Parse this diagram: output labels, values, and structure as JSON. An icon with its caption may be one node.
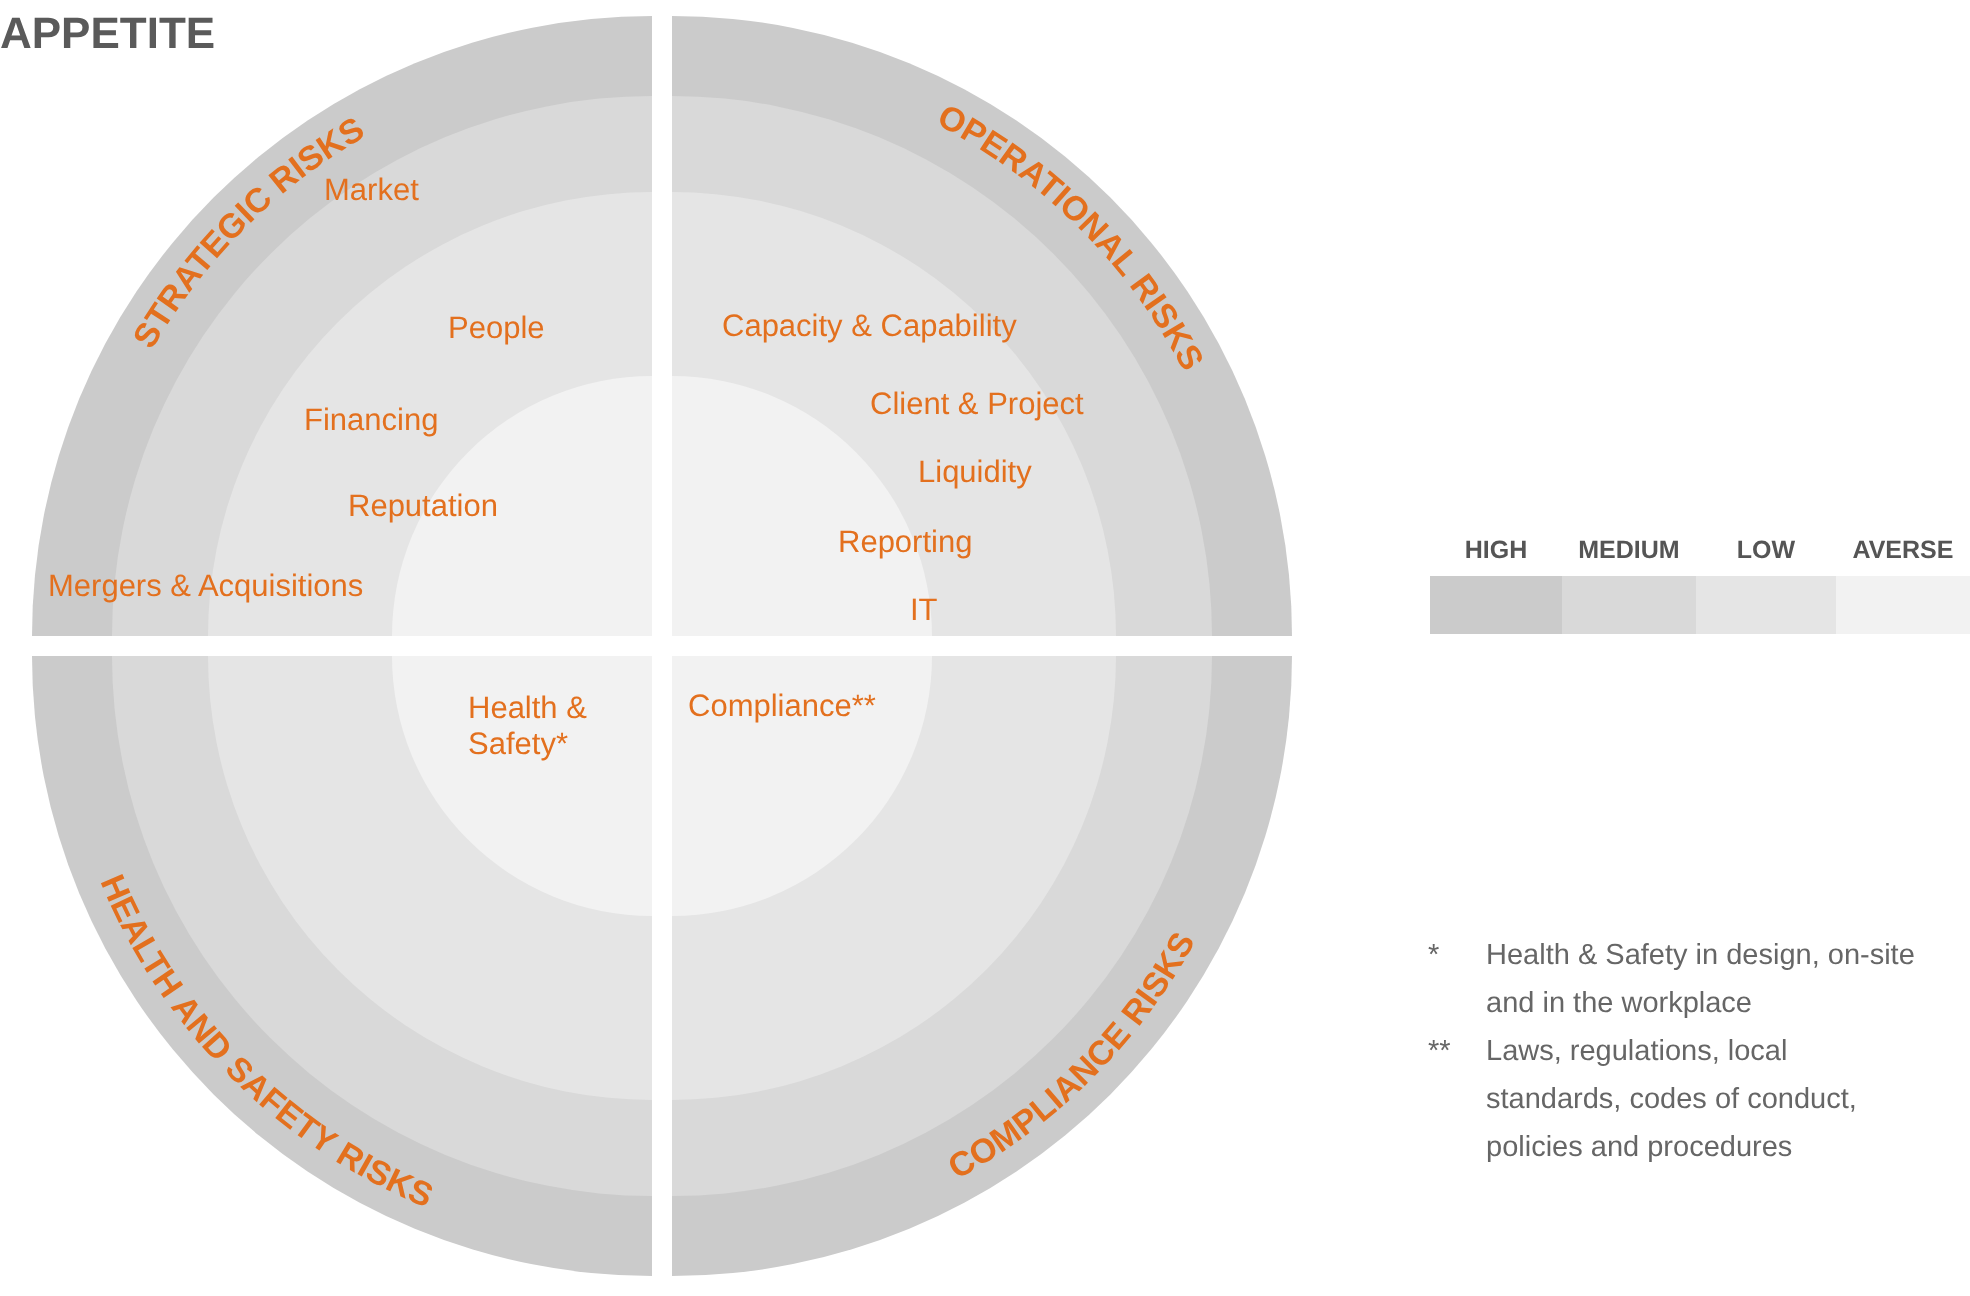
{
  "diagram": {
    "title": "APPETITE",
    "nodes": [
      {
        "text": [
          "STRATEGIC RISKS",
          "Market",
          "People",
          "Financing",
          "Reputation",
          "Mergers & Acquisitions"
        ]
      },
      {
        "text": [
          "OPERATIONAL RISKS",
          "Capacity & Capability",
          "Client & Project",
          "Liquidity",
          "Reporting",
          "IT"
        ]
      },
      {
        "text": [
          "HEALTH AND SAFETY RISKS",
          "Health & Safety*"
        ]
      },
      {
        "text": [
          "COMPLIANCE RISKS",
          "Compliance**"
        ]
      }
    ],
    "labels": [
      "*",
      "Health & Safety in design, on-site and in the workplace",
      "**",
      "Laws, regulations, local standards, codes of conduct, policies and procedures"
    ],
    "legend": [
      {
        "text": "HIGH",
        "color": "#cbcbcb"
      },
      {
        "text": "MEDIUM",
        "color": "#d9d9d9"
      },
      {
        "text": "LOW",
        "color": "#e5e5e5"
      },
      {
        "text": "AVERSE",
        "color": "#f2f2f2"
      }
    ]
  }
}
